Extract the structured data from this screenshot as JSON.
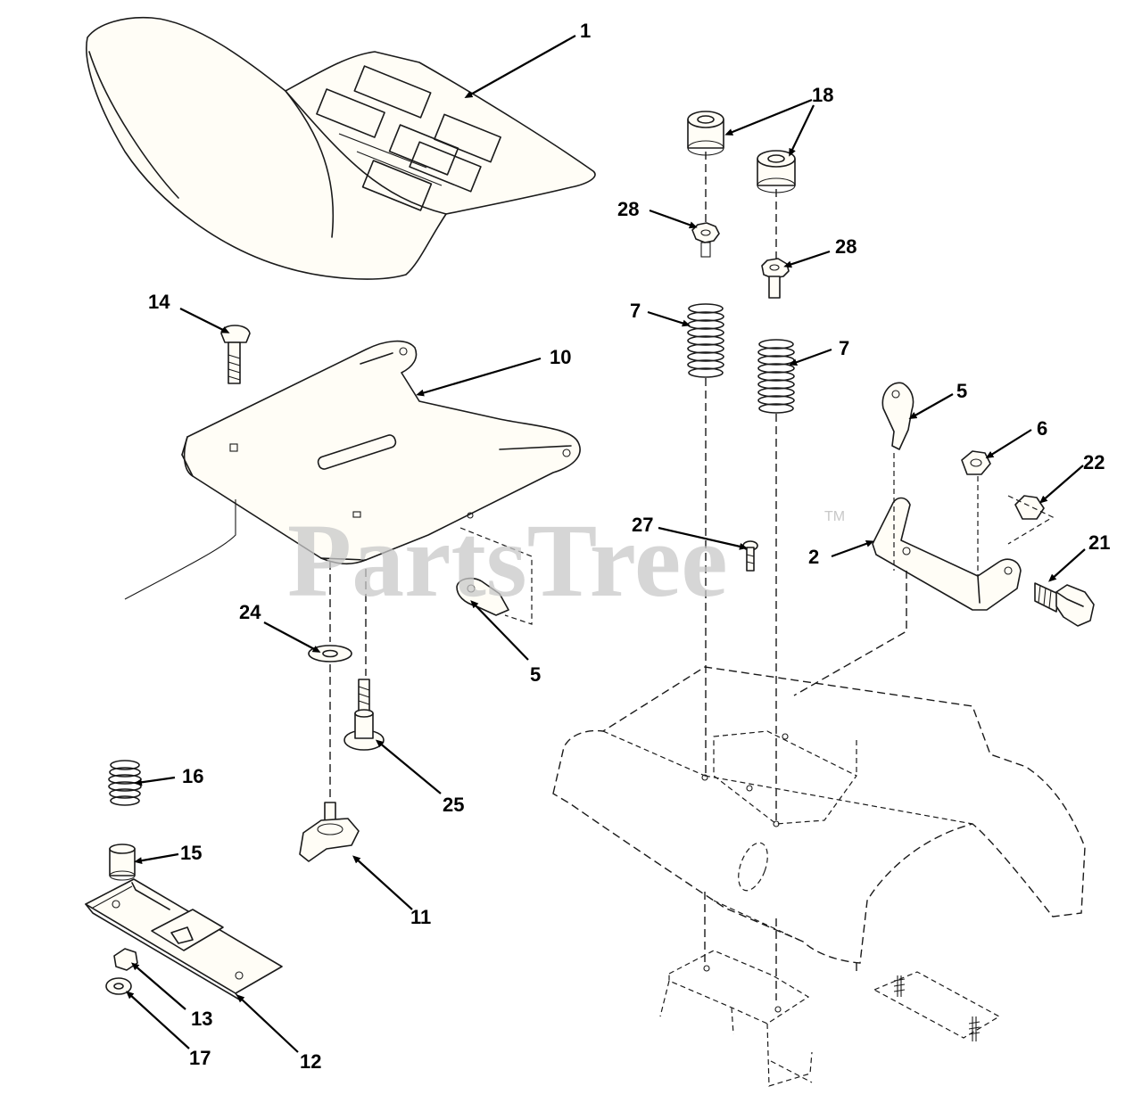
{
  "watermark": {
    "brand": "PartsTree",
    "trademark": "TM"
  },
  "callouts": {
    "seat": "1",
    "bracket_right": "2",
    "clip_upper": "5",
    "clip_lower": "5",
    "nut_6": "6",
    "spring_left": "7",
    "spring_right": "7",
    "seat_pan": "10",
    "knob": "11",
    "slide_plate": "12",
    "nut_13": "13",
    "carriage_bolt": "14",
    "spacer": "15",
    "spring_small": "16",
    "washer_17": "17",
    "bumper_pair": "18",
    "bolt_21": "21",
    "nut_22": "22",
    "washer_24": "24",
    "bolt_25": "25",
    "screw_27": "27",
    "lockwasher_left": "28",
    "lockwasher_right": "28"
  }
}
